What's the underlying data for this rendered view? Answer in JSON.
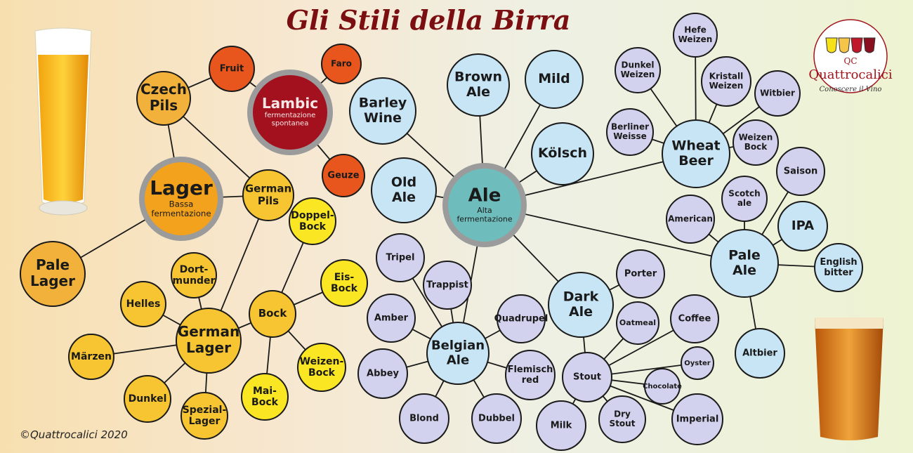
{
  "title": "Gli Stili della Birra",
  "copyright": "©Quattrocalici 2020",
  "logo": {
    "initials": "QC",
    "name": "Quattrocalici",
    "tagline": "Conoscere il Vino"
  },
  "colors": {
    "lager": "#f3a21d",
    "pils": "#f2b13a",
    "lagerStyle": "#f7c531",
    "bock": "#fbe623",
    "lambic": "#a3101e",
    "fruit": "#e8561e",
    "ale": "#c7e5f5",
    "belgian": "#d3d2ee",
    "aleCore": "#6fbcbc"
  },
  "nodes": [
    {
      "id": "lager",
      "label": [
        "Lager"
      ],
      "sub": [
        "Bassa",
        "fermentazione"
      ]
    },
    {
      "id": "czech",
      "label": [
        "Czech",
        "Pils"
      ]
    },
    {
      "id": "german_pils",
      "label": [
        "German",
        "Pils"
      ]
    },
    {
      "id": "pale_lager",
      "label": [
        "Pale",
        "Lager"
      ]
    },
    {
      "id": "german_lager",
      "label": [
        "German",
        "Lager"
      ]
    },
    {
      "id": "dortmunder",
      "label": [
        "Dort-",
        "munder"
      ]
    },
    {
      "id": "helles",
      "label": [
        "Helles"
      ]
    },
    {
      "id": "marzen",
      "label": [
        "Märzen"
      ]
    },
    {
      "id": "dunkel",
      "label": [
        "Dunkel"
      ]
    },
    {
      "id": "spezial",
      "label": [
        "Spezial-",
        "Lager"
      ]
    },
    {
      "id": "bock",
      "label": [
        "Bock"
      ]
    },
    {
      "id": "doppelbock",
      "label": [
        "Doppel-",
        "Bock"
      ]
    },
    {
      "id": "eisbock",
      "label": [
        "Eis-",
        "Bock"
      ]
    },
    {
      "id": "weizenbock_y",
      "label": [
        "Weizen-",
        "Bock"
      ]
    },
    {
      "id": "maibock",
      "label": [
        "Mai-",
        "Bock"
      ]
    },
    {
      "id": "lambic",
      "label": [
        "Lambic"
      ],
      "sub": [
        "fermentazione",
        "spontanea"
      ]
    },
    {
      "id": "fruit",
      "label": [
        "Fruit"
      ]
    },
    {
      "id": "faro",
      "label": [
        "Faro"
      ]
    },
    {
      "id": "geuze",
      "label": [
        "Geuze"
      ]
    },
    {
      "id": "ale",
      "label": [
        "Ale"
      ],
      "sub": [
        "Alta",
        "fermentazione"
      ]
    },
    {
      "id": "barley",
      "label": [
        "Barley",
        "Wine"
      ]
    },
    {
      "id": "brown",
      "label": [
        "Brown",
        "Ale"
      ]
    },
    {
      "id": "mild",
      "label": [
        "Mild"
      ]
    },
    {
      "id": "kolsch",
      "label": [
        "Kölsch"
      ]
    },
    {
      "id": "old",
      "label": [
        "Old",
        "Ale"
      ]
    },
    {
      "id": "wheat",
      "label": [
        "Wheat",
        "Beer"
      ]
    },
    {
      "id": "hefe",
      "label": [
        "Hefe",
        "Weizen"
      ]
    },
    {
      "id": "dunkel_weizen",
      "label": [
        "Dunkel",
        "Weizen"
      ]
    },
    {
      "id": "kristall",
      "label": [
        "Kristall",
        "Weizen"
      ]
    },
    {
      "id": "witbier",
      "label": [
        "Witbier"
      ]
    },
    {
      "id": "berliner",
      "label": [
        "Berliner",
        "Weisse"
      ]
    },
    {
      "id": "weizen_bock",
      "label": [
        "Weizen",
        "Bock"
      ]
    },
    {
      "id": "saison",
      "label": [
        "Saison"
      ]
    },
    {
      "id": "pale_ale",
      "label": [
        "Pale",
        "Ale"
      ]
    },
    {
      "id": "scotch",
      "label": [
        "Scotch",
        "ale"
      ]
    },
    {
      "id": "american",
      "label": [
        "American"
      ]
    },
    {
      "id": "ipa",
      "label": [
        "IPA"
      ]
    },
    {
      "id": "english",
      "label": [
        "English",
        "bitter"
      ]
    },
    {
      "id": "altbier",
      "label": [
        "Altbier"
      ]
    },
    {
      "id": "dark_ale",
      "label": [
        "Dark",
        "Ale"
      ]
    },
    {
      "id": "porter",
      "label": [
        "Porter"
      ]
    },
    {
      "id": "stout",
      "label": [
        "Stout"
      ]
    },
    {
      "id": "oatmeal",
      "label": [
        "Oatmeal"
      ]
    },
    {
      "id": "coffee",
      "label": [
        "Coffee"
      ]
    },
    {
      "id": "oyster",
      "label": [
        "Oyster"
      ]
    },
    {
      "id": "chocolate",
      "label": [
        "Chocolate"
      ]
    },
    {
      "id": "imperial",
      "label": [
        "Imperial"
      ]
    },
    {
      "id": "dry",
      "label": [
        "Dry",
        "Stout"
      ]
    },
    {
      "id": "milk",
      "label": [
        "Milk"
      ]
    },
    {
      "id": "belgian",
      "label": [
        "Belgian",
        "Ale"
      ]
    },
    {
      "id": "tripel",
      "label": [
        "Tripel"
      ]
    },
    {
      "id": "trappist",
      "label": [
        "Trappist"
      ]
    },
    {
      "id": "quadrupel",
      "label": [
        "Quadrupel"
      ]
    },
    {
      "id": "amber",
      "label": [
        "Amber"
      ]
    },
    {
      "id": "abbey",
      "label": [
        "Abbey"
      ]
    },
    {
      "id": "flemisch",
      "label": [
        "Flemisch",
        "red"
      ]
    },
    {
      "id": "blond",
      "label": [
        "Blond"
      ]
    },
    {
      "id": "dubbel",
      "label": [
        "Dubbel"
      ]
    }
  ],
  "edges": [
    [
      "lager",
      "czech"
    ],
    [
      "lager",
      "german_pils"
    ],
    [
      "lager",
      "pale_lager"
    ],
    [
      "czech",
      "german_pils"
    ],
    [
      "german_pils",
      "german_lager"
    ],
    [
      "german_lager",
      "dortmunder"
    ],
    [
      "german_lager",
      "helles"
    ],
    [
      "german_lager",
      "marzen"
    ],
    [
      "german_lager",
      "dunkel"
    ],
    [
      "german_lager",
      "spezial"
    ],
    [
      "german_lager",
      "bock"
    ],
    [
      "bock",
      "doppelbock"
    ],
    [
      "bock",
      "eisbock"
    ],
    [
      "bock",
      "weizenbock_y"
    ],
    [
      "bock",
      "maibock"
    ],
    [
      "czech",
      "fruit"
    ],
    [
      "fruit",
      "lambic"
    ],
    [
      "lambic",
      "faro"
    ],
    [
      "lambic",
      "geuze"
    ],
    [
      "ale",
      "barley"
    ],
    [
      "ale",
      "brown"
    ],
    [
      "ale",
      "mild"
    ],
    [
      "ale",
      "kolsch"
    ],
    [
      "ale",
      "old"
    ],
    [
      "ale",
      "wheat"
    ],
    [
      "ale",
      "pale_ale"
    ],
    [
      "ale",
      "dark_ale"
    ],
    [
      "ale",
      "belgian"
    ],
    [
      "wheat",
      "hefe"
    ],
    [
      "wheat",
      "dunkel_weizen"
    ],
    [
      "wheat",
      "kristall"
    ],
    [
      "wheat",
      "witbier"
    ],
    [
      "wheat",
      "berliner"
    ],
    [
      "wheat",
      "weizen_bock"
    ],
    [
      "pale_ale",
      "saison"
    ],
    [
      "pale_ale",
      "scotch"
    ],
    [
      "pale_ale",
      "american"
    ],
    [
      "pale_ale",
      "ipa"
    ],
    [
      "pale_ale",
      "english"
    ],
    [
      "pale_ale",
      "altbier"
    ],
    [
      "dark_ale",
      "porter"
    ],
    [
      "dark_ale",
      "stout"
    ],
    [
      "stout",
      "oatmeal"
    ],
    [
      "stout",
      "coffee"
    ],
    [
      "stout",
      "oyster"
    ],
    [
      "stout",
      "chocolate"
    ],
    [
      "stout",
      "imperial"
    ],
    [
      "stout",
      "dry"
    ],
    [
      "stout",
      "milk"
    ],
    [
      "belgian",
      "tripel"
    ],
    [
      "belgian",
      "trappist"
    ],
    [
      "belgian",
      "quadrupel"
    ],
    [
      "belgian",
      "amber"
    ],
    [
      "belgian",
      "abbey"
    ],
    [
      "belgian",
      "flemisch"
    ],
    [
      "belgian",
      "blond"
    ],
    [
      "belgian",
      "dubbel"
    ]
  ]
}
